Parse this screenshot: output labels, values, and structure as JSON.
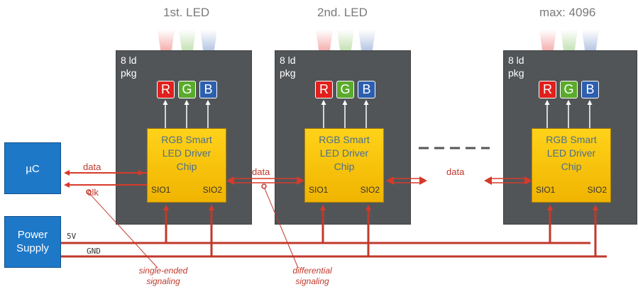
{
  "led_titles": [
    "1st. LED",
    "2nd. LED",
    "max: 4096"
  ],
  "package_label": [
    "8 ld",
    "pkg"
  ],
  "chip_name": [
    "RGB Smart",
    "LED Driver",
    "Chip"
  ],
  "pins": {
    "in": "SIO1",
    "out": "SIO2"
  },
  "rgb_letters": [
    "R",
    "G",
    "B"
  ],
  "controller_label": "µC",
  "power_label": [
    "Power",
    "Supply"
  ],
  "bus_labels": {
    "v5": "5V",
    "gnd": "GND"
  },
  "signal_labels": {
    "data": "data",
    "clk": "clk"
  },
  "notes": {
    "single_ended": [
      "single-ended",
      "signaling"
    ],
    "differential": [
      "differential",
      "signaling"
    ]
  },
  "colors": {
    "red": "#e0201c",
    "green": "#5aab2c",
    "blue": "#2d5fb0",
    "chip": "#f5c400",
    "package": "#525558",
    "controller": "#1e78c8"
  }
}
